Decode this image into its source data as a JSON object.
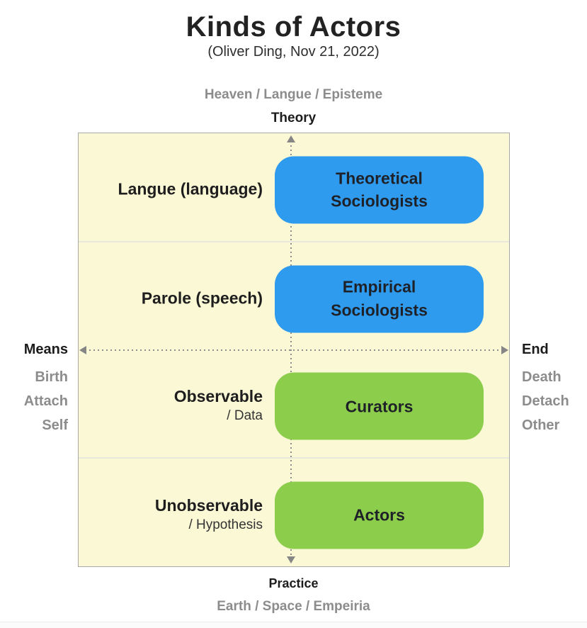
{
  "header": {
    "title": "Kinds of Actors",
    "subtitle": "(Oliver Ding, Nov 21, 2022)"
  },
  "axes": {
    "top_outer": "Heaven / Langue / Episteme",
    "top_inner": "Theory",
    "bottom_inner": "Practice",
    "bottom_outer": "Earth / Space / Empeiria",
    "left": {
      "primary": "Means",
      "secondary": [
        "Birth",
        "Attach",
        "Self"
      ]
    },
    "right": {
      "primary": "End",
      "secondary": [
        "Death",
        "Detach",
        "Other"
      ]
    }
  },
  "matrix": {
    "rows": [
      {
        "label": "Langue (language)",
        "sublabel": "",
        "box": "Theoretical Sociologists",
        "box_color": "#2E9BEE"
      },
      {
        "label": "Parole (speech)",
        "sublabel": "",
        "box": "Empirical Sociologists",
        "box_color": "#2E9BEE"
      },
      {
        "label": "Observable",
        "sublabel": "/ Data",
        "box": "Curators",
        "box_color": "#8CCE4B"
      },
      {
        "label": "Unobservable",
        "sublabel": "/ Hypothesis",
        "box": "Actors",
        "box_color": "#8CCE4B"
      }
    ]
  },
  "colors": {
    "blue": "#2E9BEE",
    "green": "#8CCE4B",
    "cream": "#FBF8D6",
    "gray_label": "#8C8C8C",
    "arrow": "#8E8E8E"
  }
}
